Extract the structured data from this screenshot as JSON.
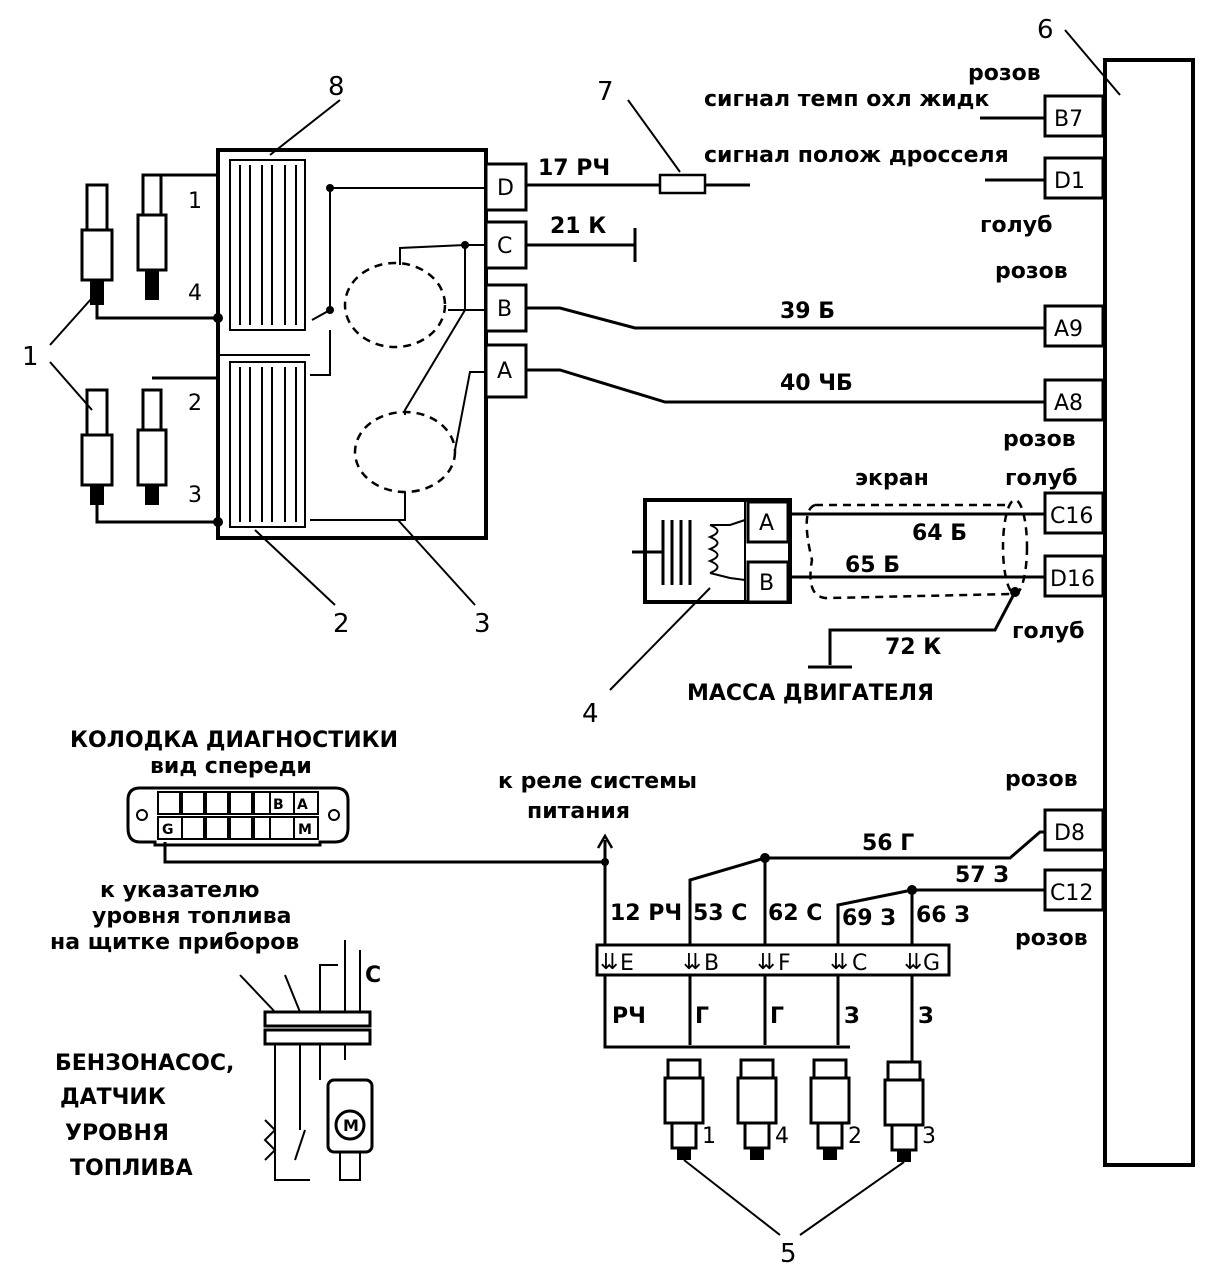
{
  "callouts": {
    "n1": "1",
    "n2": "2",
    "n3": "3",
    "n4": "4",
    "n5": "5",
    "n6": "6",
    "n7": "7",
    "n8": "8"
  },
  "coil": {
    "terminal_labels": [
      "1",
      "4",
      "2",
      "3"
    ],
    "pins": [
      "D",
      "C",
      "B",
      "A"
    ]
  },
  "wires": {
    "w17": "17 РЧ",
    "w21": "21 К",
    "w39": "39 Б",
    "w40": "40 ЧБ",
    "w64": "64 Б",
    "w65": "65 Б",
    "w72": "72 К",
    "w56": "56 Г",
    "w57": "57 З",
    "w12": "12 РЧ",
    "w53": "53 С",
    "w62": "62 С",
    "w69": "69 З",
    "w66": "66 З"
  },
  "ecu": {
    "pins": [
      "B7",
      "D1",
      "A9",
      "A8",
      "C16",
      "D16",
      "D8",
      "C12"
    ],
    "labels": {
      "rozov_top": "розов",
      "coolant": "сигнал темп  охл  жидк",
      "throttle": "сигнал полож  дросселя",
      "golub1": "голуб",
      "rozov2": "розов",
      "rozov3": "розов",
      "ekran": "экран",
      "golub2": "голуб",
      "golub3": "голуб",
      "rozov4": "розов",
      "rozov5": "розов"
    }
  },
  "sensor": {
    "pins": [
      "A",
      "B"
    ]
  },
  "ground_label": "МАССА ДВИГАТЕЛЯ",
  "diag": {
    "title": "КОЛОДКА ДИАГНОСТИКИ",
    "subtitle": "вид спереди",
    "pin_b": "B",
    "pin_a": "A",
    "pin_g": "G",
    "pin_m": "M"
  },
  "relay_label": [
    "к реле системы",
    "питания"
  ],
  "gauge_label": [
    "к указателю",
    "уровня топлива",
    "на щитке приборов"
  ],
  "pump_label": [
    "БЕНЗОНАСОС,",
    "ДАТЧИК",
    "УРОВНЯ",
    "ТОПЛИВА"
  ],
  "pump_c": "C",
  "injector_connector": {
    "pins": [
      "E",
      "B",
      "F",
      "C",
      "G"
    ],
    "colors": [
      "РЧ",
      "Г",
      "Г",
      "З",
      "З"
    ],
    "injector_nums": [
      "1",
      "4",
      "2",
      "3"
    ]
  }
}
